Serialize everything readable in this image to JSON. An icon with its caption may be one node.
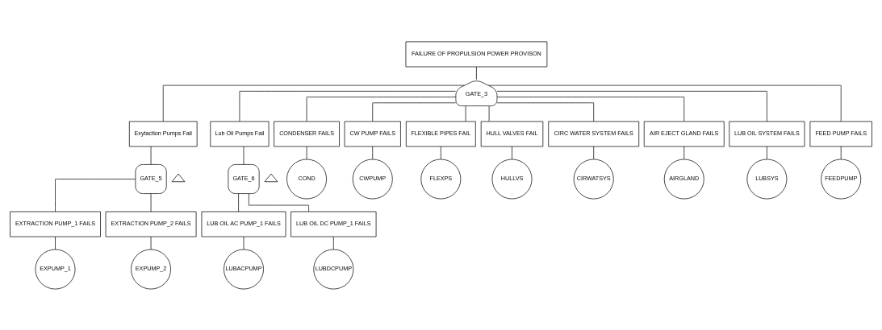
{
  "diagram": {
    "nodes": [
      {
        "text": [
          "FAILURE OF PROPULSION POWER PROVISON"
        ]
      },
      {
        "text": [
          "GATE_3"
        ]
      },
      {
        "text": [
          "Exytaction Pumps Fail"
        ]
      },
      {
        "text": [
          "Lub Oil Pumps Fail"
        ]
      },
      {
        "text": [
          "CONDENSER FAILS"
        ]
      },
      {
        "text": [
          "CW PUMP FAILS"
        ]
      },
      {
        "text": [
          "FLEXIBLE PIPES FAIL"
        ]
      },
      {
        "text": [
          "HULL VALVES FAIL"
        ]
      },
      {
        "text": [
          "CIRC WATER SYSTEM FAILS"
        ]
      },
      {
        "text": [
          "AIR EJECT GLAND FAILS"
        ]
      },
      {
        "text": [
          "LUB OIL SYSTEM FAILS"
        ]
      },
      {
        "text": [
          "FEED PUMP FAILS"
        ]
      },
      {
        "text": [
          "GATE_5"
        ]
      },
      {
        "text": [],
        "shape": "triangle"
      },
      {
        "text": [
          "GATE_6"
        ]
      },
      {
        "text": [],
        "shape": "triangle"
      },
      {
        "text": [
          "COND"
        ]
      },
      {
        "text": [
          "CWPUMP"
        ]
      },
      {
        "text": [
          "FLEXPS"
        ]
      },
      {
        "text": [
          "HULLVS"
        ]
      },
      {
        "text": [
          "CIRWATSYS"
        ]
      },
      {
        "text": [
          "AIRGLAND"
        ]
      },
      {
        "text": [
          "LUBSYS"
        ]
      },
      {
        "text": [
          "FEEDPUMP"
        ]
      },
      {
        "text": [
          "EXTRACTION PUMP_1 FAILS"
        ]
      },
      {
        "text": [
          "EXTRACTION PUMP_2 FAILS"
        ]
      },
      {
        "text": [
          "LUB OIL AC PUMP_1 FAILS"
        ]
      },
      {
        "text": [
          "LUB OIL DC PUMP_1 FAILS"
        ]
      },
      {
        "text": [
          "EXPUMP_1"
        ]
      },
      {
        "text": [
          "EXPUMP_2"
        ]
      },
      {
        "text": [
          "LUBACPUMP"
        ]
      },
      {
        "text": [
          "LUBDCPUMP"
        ]
      }
    ],
    "edges": [
      {
        "from": 0,
        "to": 1,
        "arrow": "none"
      },
      {
        "from": 1,
        "to": 2,
        "arrow": "none"
      },
      {
        "from": 1,
        "to": 3,
        "arrow": "none"
      },
      {
        "from": 1,
        "to": 4,
        "arrow": "none"
      },
      {
        "from": 1,
        "to": 5,
        "arrow": "none"
      },
      {
        "from": 1,
        "to": 6,
        "arrow": "none"
      },
      {
        "from": 1,
        "to": 7,
        "arrow": "none"
      },
      {
        "from": 1,
        "to": 8,
        "arrow": "none"
      },
      {
        "from": 1,
        "to": 9,
        "arrow": "none"
      },
      {
        "from": 1,
        "to": 10,
        "arrow": "none"
      },
      {
        "from": 1,
        "to": 11,
        "arrow": "none"
      },
      {
        "from": 2,
        "to": 12,
        "arrow": "none"
      },
      {
        "from": 3,
        "to": 14,
        "arrow": "none"
      },
      {
        "from": 4,
        "to": 16,
        "arrow": "none"
      },
      {
        "from": 5,
        "to": 17,
        "arrow": "none"
      },
      {
        "from": 6,
        "to": 18,
        "arrow": "none"
      },
      {
        "from": 7,
        "to": 19,
        "arrow": "none"
      },
      {
        "from": 8,
        "to": 20,
        "arrow": "none"
      },
      {
        "from": 9,
        "to": 21,
        "arrow": "none"
      },
      {
        "from": 10,
        "to": 22,
        "arrow": "none"
      },
      {
        "from": 11,
        "to": 23,
        "arrow": "none"
      },
      {
        "from": 12,
        "to": 24,
        "arrow": "none"
      },
      {
        "from": 12,
        "to": 25,
        "arrow": "none"
      },
      {
        "from": 14,
        "to": 26,
        "arrow": "none"
      },
      {
        "from": 14,
        "to": 27,
        "arrow": "none"
      },
      {
        "from": 24,
        "to": 28,
        "arrow": "none"
      },
      {
        "from": 25,
        "to": 29,
        "arrow": "none"
      },
      {
        "from": 26,
        "to": 30,
        "arrow": "none"
      },
      {
        "from": 27,
        "to": 31,
        "arrow": "none"
      }
    ]
  }
}
